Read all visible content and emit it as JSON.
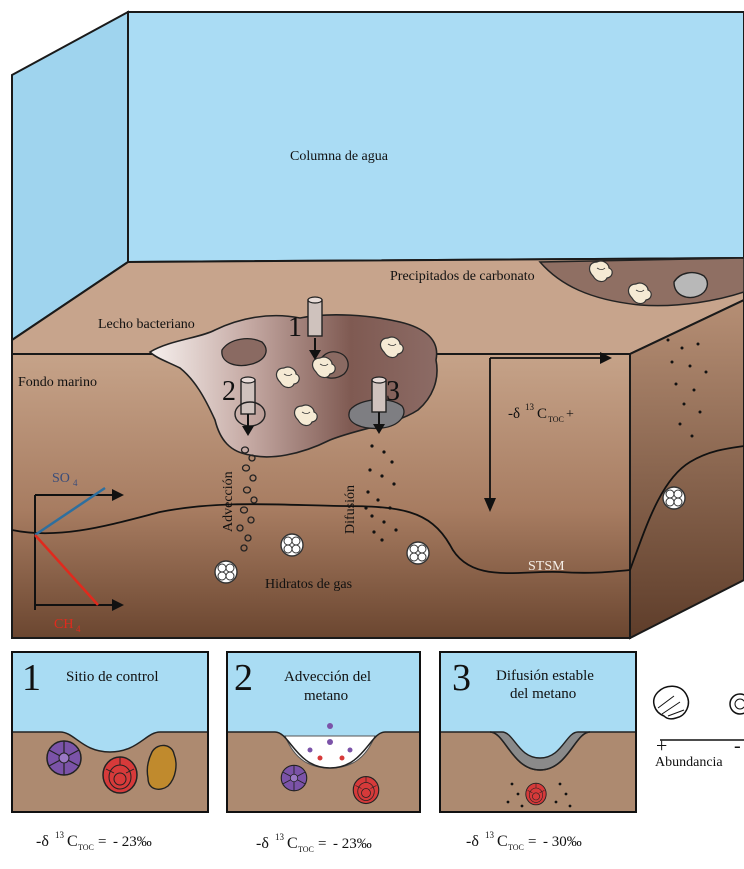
{
  "labels": {
    "water_column": "Columna de agua",
    "carbonate": "Precipitados de carbonato",
    "bacterial_mat": "Lecho bacteriano",
    "seafloor": "Fondo marino",
    "advection": "Advección",
    "diffusion": "Difusión",
    "gas_hydrates": "Hidratos de gas",
    "stsm": "STSM",
    "so4": "SO",
    "ch4": "CH",
    "sub4": "4",
    "d13c_prefix": "-δ",
    "d13c_sup": "13",
    "d13c_C": "C",
    "d13c_sub": "TOC",
    "d13c_suffix": "+",
    "site1": "1",
    "site2": "2",
    "site3": "3"
  },
  "panels": [
    {
      "number": "1",
      "title_line1": "Sitio de control",
      "title_line2": "",
      "value": "- 23‰"
    },
    {
      "number": "2",
      "title_line1": "Advección del",
      "title_line2": "metano",
      "value": "- 23‰"
    },
    {
      "number": "3",
      "title_line1": "Difusión estable",
      "title_line2": "del metano",
      "value": "- 30‰"
    }
  ],
  "value_labels": {
    "prefix": "-δ",
    "sup": "13",
    "C": "C",
    "sub": "TOC",
    "eq": "="
  },
  "legend": {
    "plus": "+",
    "minus": "-",
    "label": "Abundancia"
  },
  "colors": {
    "water": "#a9dcf3",
    "sediment_top": "#c7a48c",
    "sediment_front_top": "#c39f86",
    "sediment_front_bottom": "#6e4a33",
    "mat": "#8c6258",
    "so4_line": "#2e6f9e",
    "ch4_line": "#e02a1d",
    "foram_purple": "#7b53a8",
    "foram_red": "#d63a3a",
    "foram_orange": "#c08a2d"
  }
}
